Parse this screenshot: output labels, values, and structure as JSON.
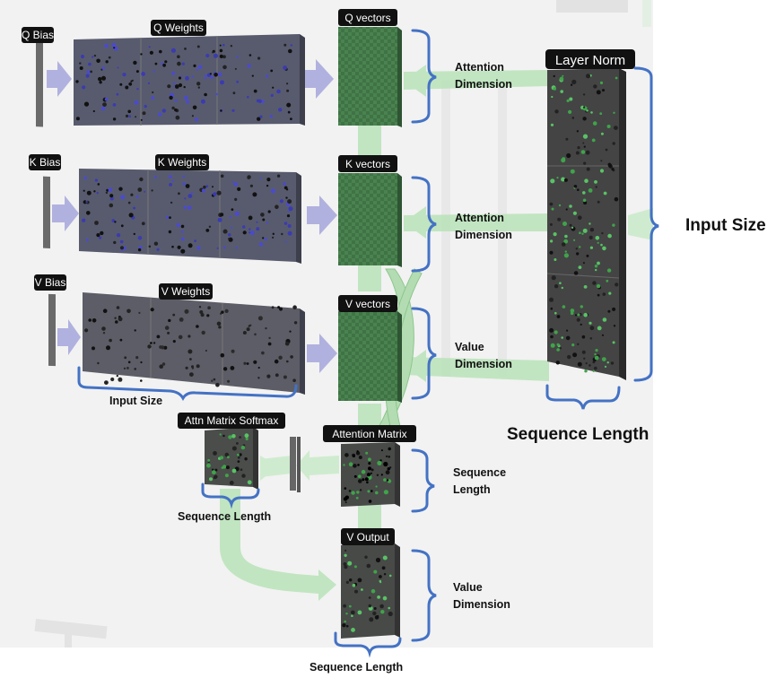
{
  "blocks": {
    "q_bias": "Q Bias",
    "q_weights": "Q Weights",
    "q_vectors": "Q vectors",
    "k_bias": "K Bias",
    "k_weights": "K Weights",
    "k_vectors": "K vectors",
    "v_bias": "V Bias",
    "v_weights": "V Weights",
    "v_vectors": "V vectors",
    "layer_norm": "Layer Norm",
    "attn_softmax": "Attn Matrix Softmax",
    "attention_matrix": "Attention Matrix",
    "v_output": "V Output"
  },
  "annotations": {
    "q_dim_line1": "Attention",
    "q_dim_line2": "Dimension",
    "k_dim_line1": "Attention",
    "k_dim_line2": "Dimension",
    "v_dim_line1": "Value",
    "v_dim_line2": "Dimension",
    "input_size_small": "Input Size",
    "input_size_large": "Input Size",
    "sequence_length_large": "Sequence Length",
    "attn_seq_line1": "Sequence",
    "attn_seq_line2": "Length",
    "softmax_seq": "Sequence Length",
    "vout_dim_line1": "Value",
    "vout_dim_line2": "Dimension",
    "vout_seq": "Sequence Length"
  },
  "colors": {
    "background_panel": "#f3f3f3",
    "weights_panel": "#5d5f72",
    "vector_green": "#3e6f43",
    "flow_green": "#9fd8a0",
    "flow_purple": "#a9a9dc",
    "bracket_blue": "#4472c4",
    "label_black": "#111111"
  }
}
